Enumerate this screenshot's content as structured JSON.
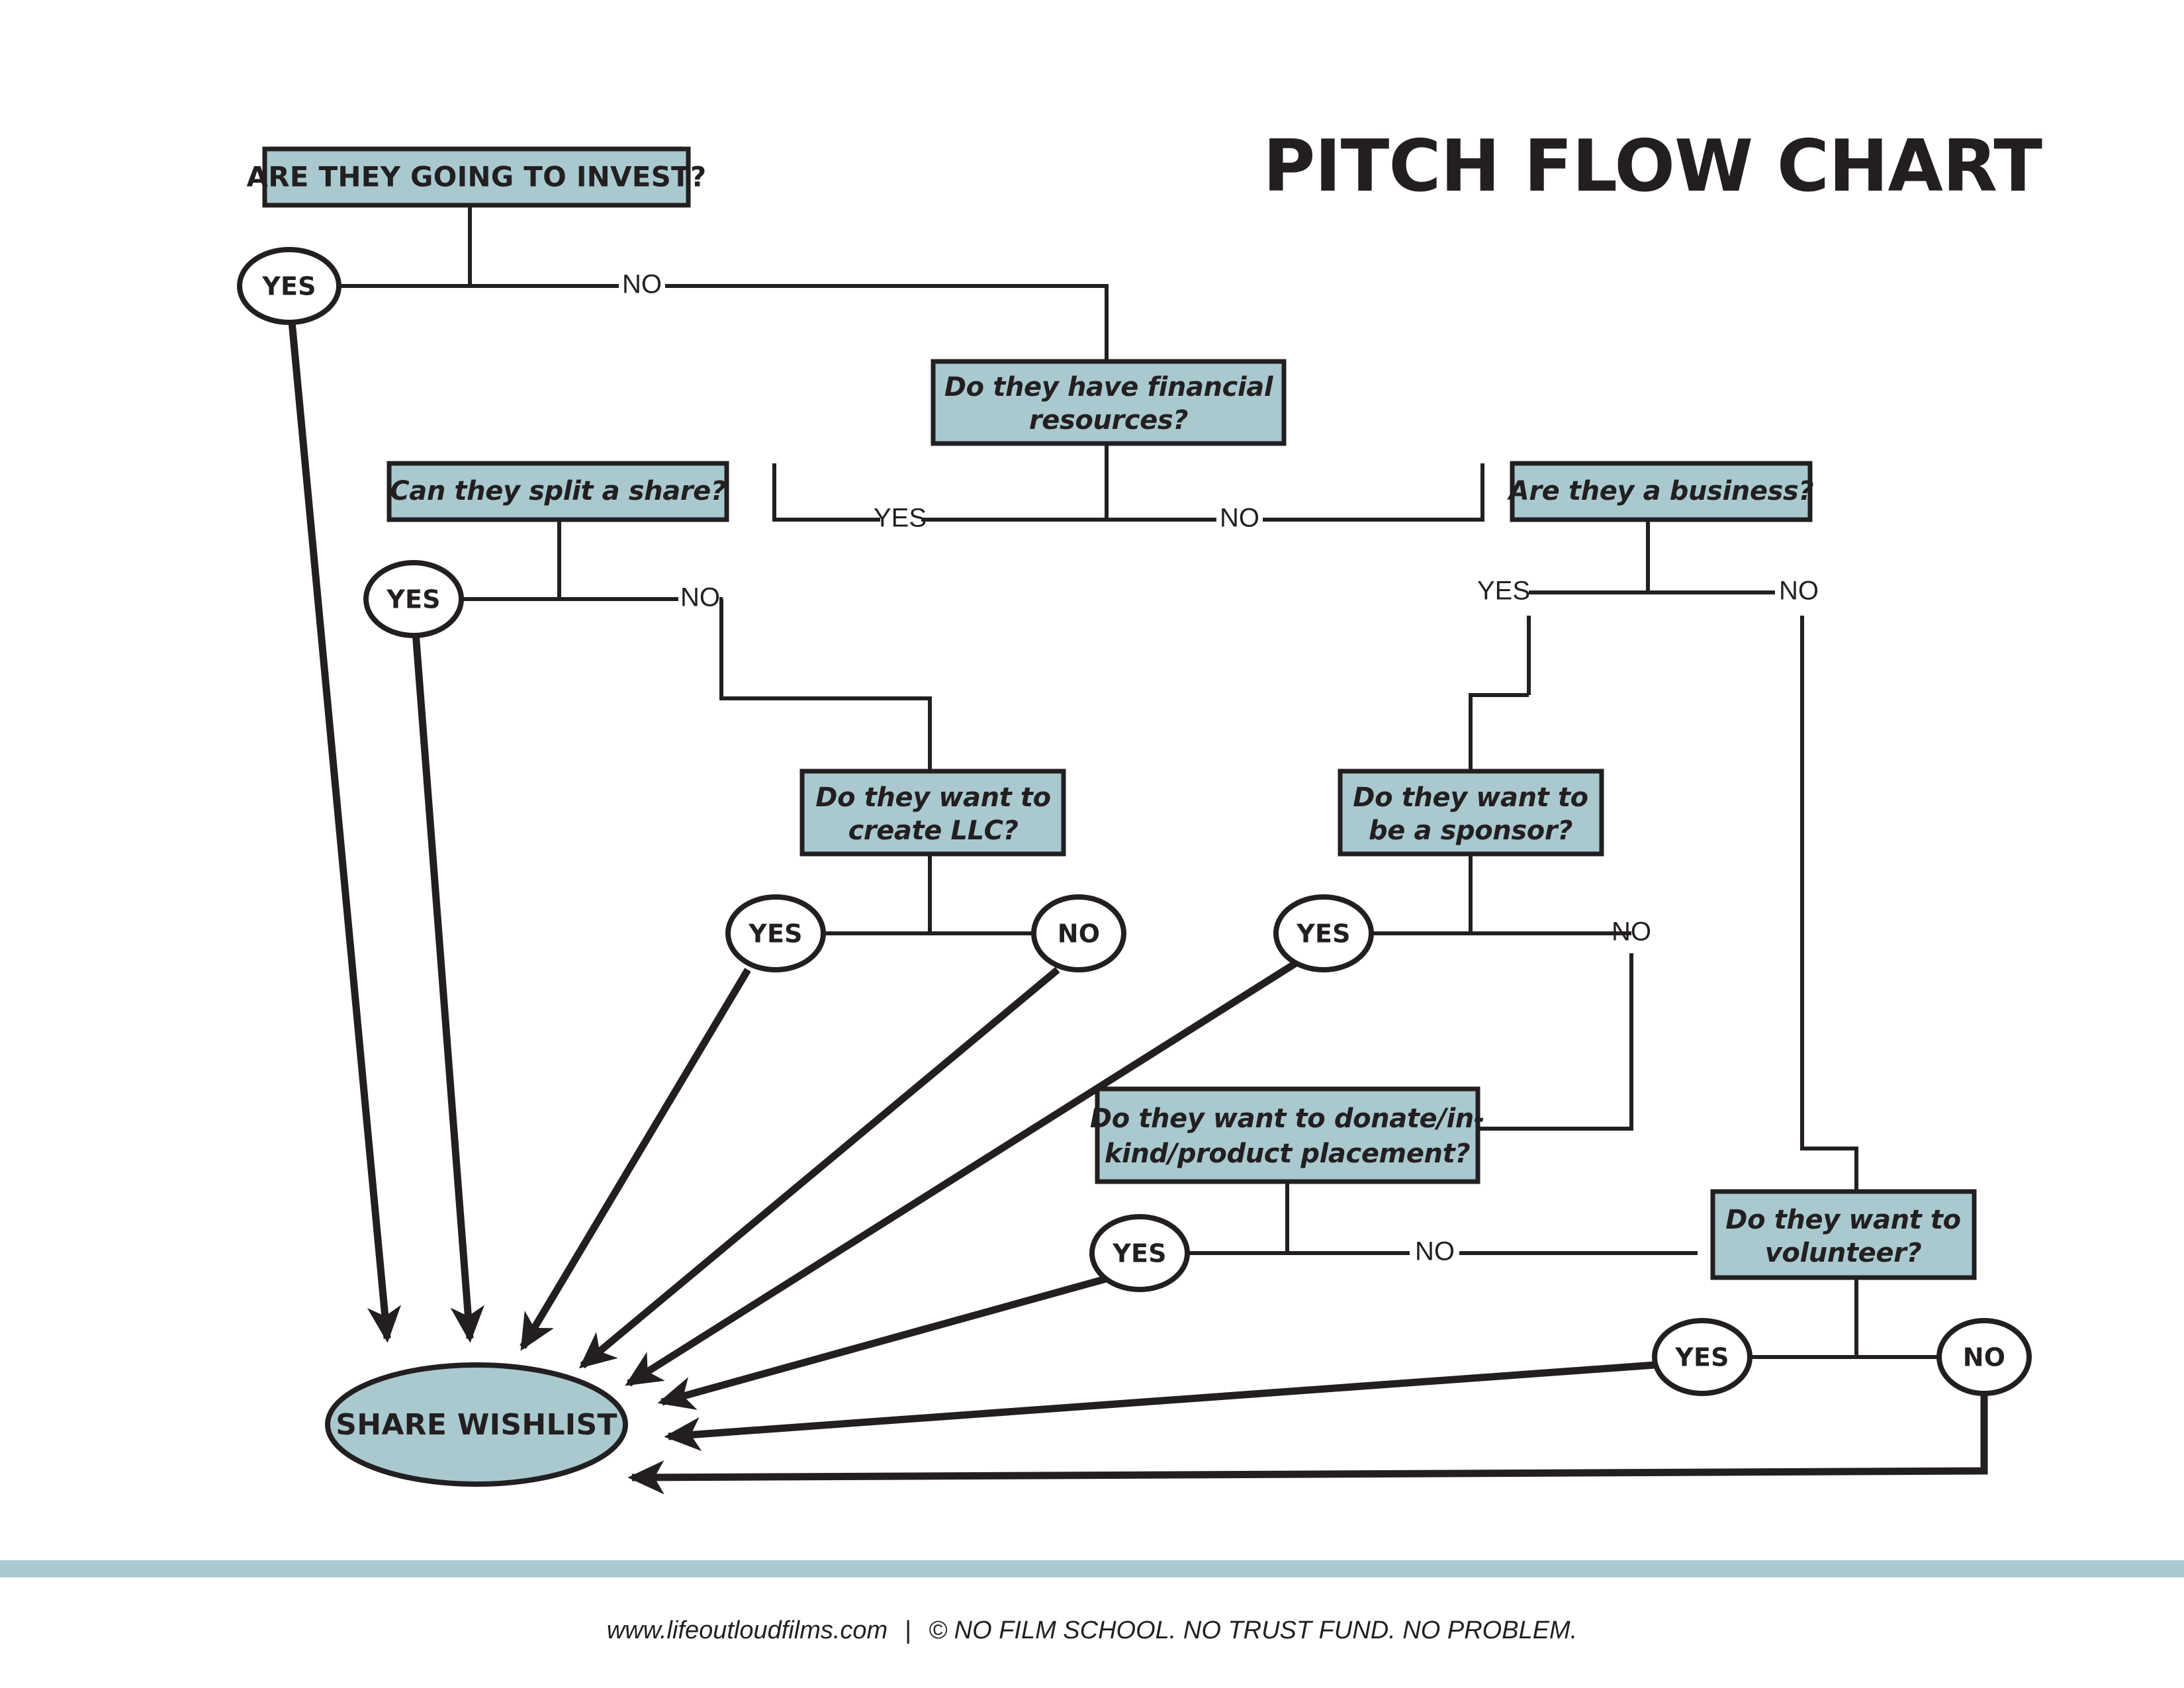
{
  "title": "PITCH FLOW CHART",
  "colors": {
    "box_fill": "#a9c9cf",
    "stroke": "#231f20",
    "footer_bar": "#a9c9cf",
    "background": "#ffffff"
  },
  "nodes": {
    "invest": "ARE THEY GOING TO INVEST?",
    "financial": {
      "line1": "Do they have financial",
      "line2": "resources?"
    },
    "split_share": "Can they split a share?",
    "business": "Are they a business?",
    "create_llc": {
      "line1": "Do they want to",
      "line2": "create LLC?"
    },
    "sponsor": {
      "line1": "Do they want to",
      "line2": "be a sponsor?"
    },
    "donate": {
      "line1": "Do they want to donate/in-",
      "line2": "kind/product placement?"
    },
    "volunteer": {
      "line1": "Do they want to",
      "line2": "volunteer?"
    },
    "wishlist": "SHARE WISHLIST"
  },
  "labels": {
    "invest_yes": "YES",
    "invest_no": "NO",
    "financial_yes": "YES",
    "financial_no": "NO",
    "split_yes": "YES",
    "split_no": "NO",
    "business_yes": "YES",
    "business_no": "NO",
    "llc_yes": "YES",
    "llc_no": "NO",
    "sponsor_yes": "YES",
    "sponsor_no": "NO",
    "donate_yes": "YES",
    "donate_no": "NO",
    "volunteer_yes": "YES",
    "volunteer_no": "NO"
  },
  "footer": {
    "website": "www.lifeoutloudfilms.com",
    "separator": "|",
    "tagline": "© NO FILM SCHOOL. NO TRUST FUND. NO PROBLEM."
  },
  "chart_data": {
    "type": "diagram",
    "diagram_kind": "flowchart",
    "title": "PITCH FLOW CHART",
    "terminal": "SHARE WISHLIST",
    "decisions": [
      {
        "id": "invest",
        "text": "ARE THEY GOING TO INVEST?",
        "yes": "SHARE WISHLIST",
        "no": "Do they have financial resources?"
      },
      {
        "id": "financial",
        "text": "Do they have financial resources?",
        "yes": "Can they split a share?",
        "no": "Are they a business?"
      },
      {
        "id": "split_share",
        "text": "Can they split a share?",
        "yes": "SHARE WISHLIST",
        "no": "Do they want to create LLC?"
      },
      {
        "id": "business",
        "text": "Are they a business?",
        "yes": "Do they want to be a sponsor?",
        "no": "Do they want to volunteer?"
      },
      {
        "id": "create_llc",
        "text": "Do they want to create LLC?",
        "yes": "SHARE WISHLIST",
        "no": "SHARE WISHLIST"
      },
      {
        "id": "sponsor",
        "text": "Do they want to be a sponsor?",
        "yes": "SHARE WISHLIST",
        "no": "Do they want to donate/in-kind/product placement?"
      },
      {
        "id": "donate",
        "text": "Do they want to donate/in-kind/product placement?",
        "yes": "SHARE WISHLIST",
        "no": "Do they want to volunteer?"
      },
      {
        "id": "volunteer",
        "text": "Do they want to volunteer?",
        "yes": "SHARE WISHLIST",
        "no": "SHARE WISHLIST"
      }
    ]
  }
}
